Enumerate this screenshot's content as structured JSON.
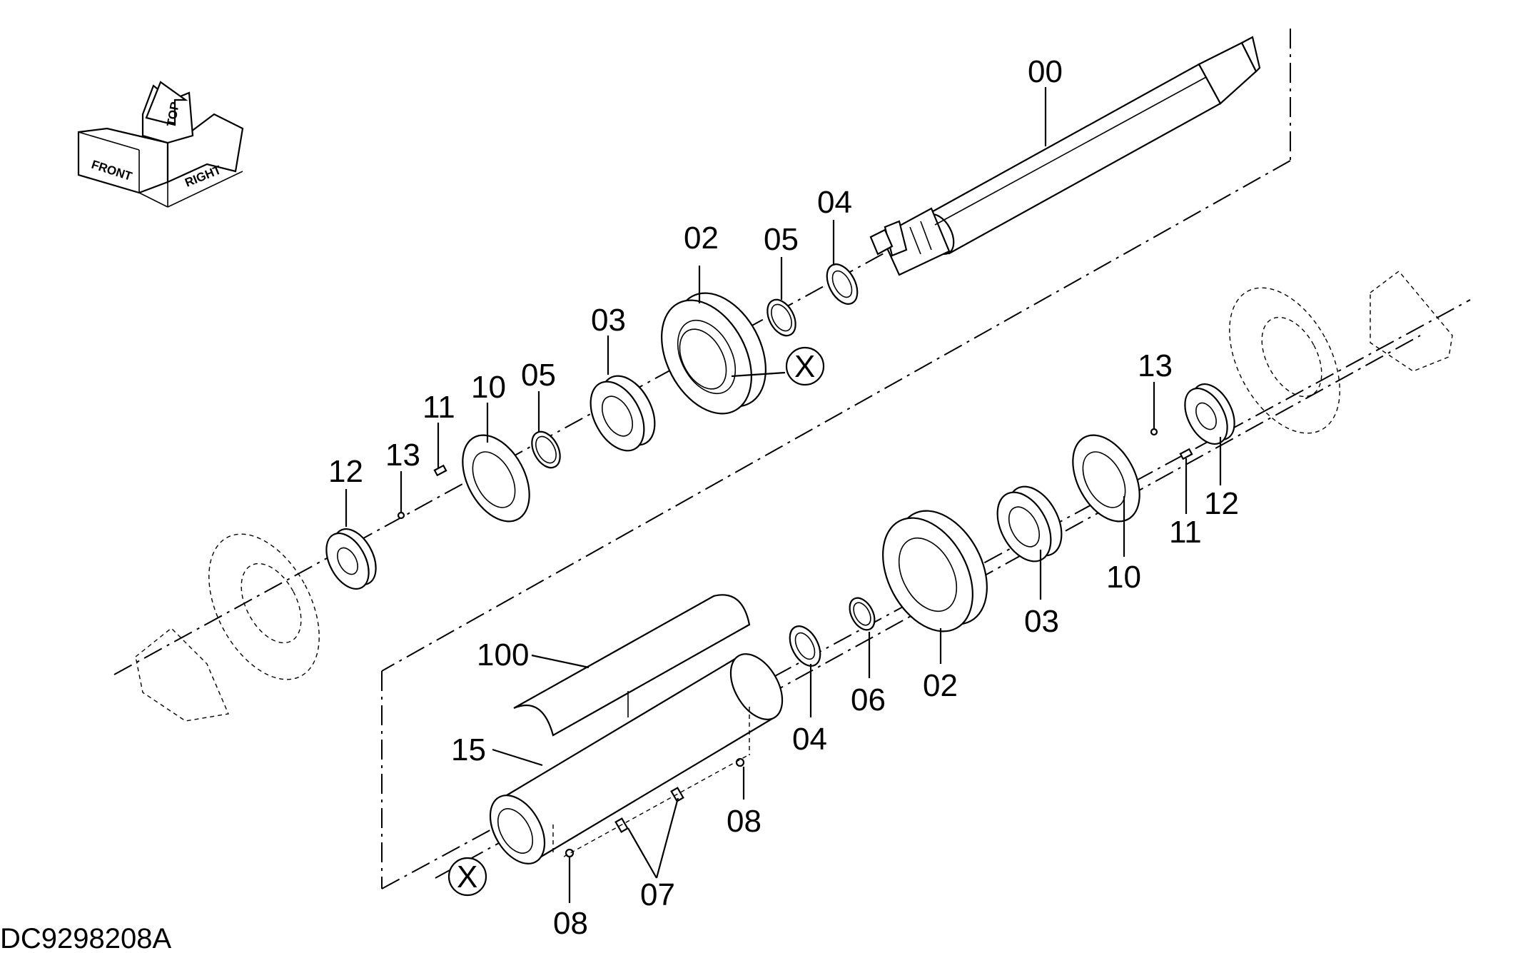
{
  "document_id": "DC9298208A",
  "orientation_labels": {
    "front": "FRONT",
    "top": "TOP",
    "right": "RIGHT"
  },
  "callouts": {
    "c00": "00",
    "c02_upper": "02",
    "c05_upper": "05",
    "c04_upper": "04",
    "c03_upper": "03",
    "c05_mid": "05",
    "c10_left": "10",
    "c11_left": "11",
    "c13_left": "13",
    "c12_left": "12",
    "c13_right": "13",
    "c12_right": "12",
    "c11_right": "11",
    "c10_right": "10",
    "c03_lower": "03",
    "c02_lower": "02",
    "c06": "06",
    "c04_lower": "04",
    "c100": "100",
    "c15": "15",
    "c08_right": "08",
    "c07": "07",
    "c08_bottom": "08"
  },
  "reference_marks": {
    "x_upper": "X",
    "x_lower": "X"
  }
}
